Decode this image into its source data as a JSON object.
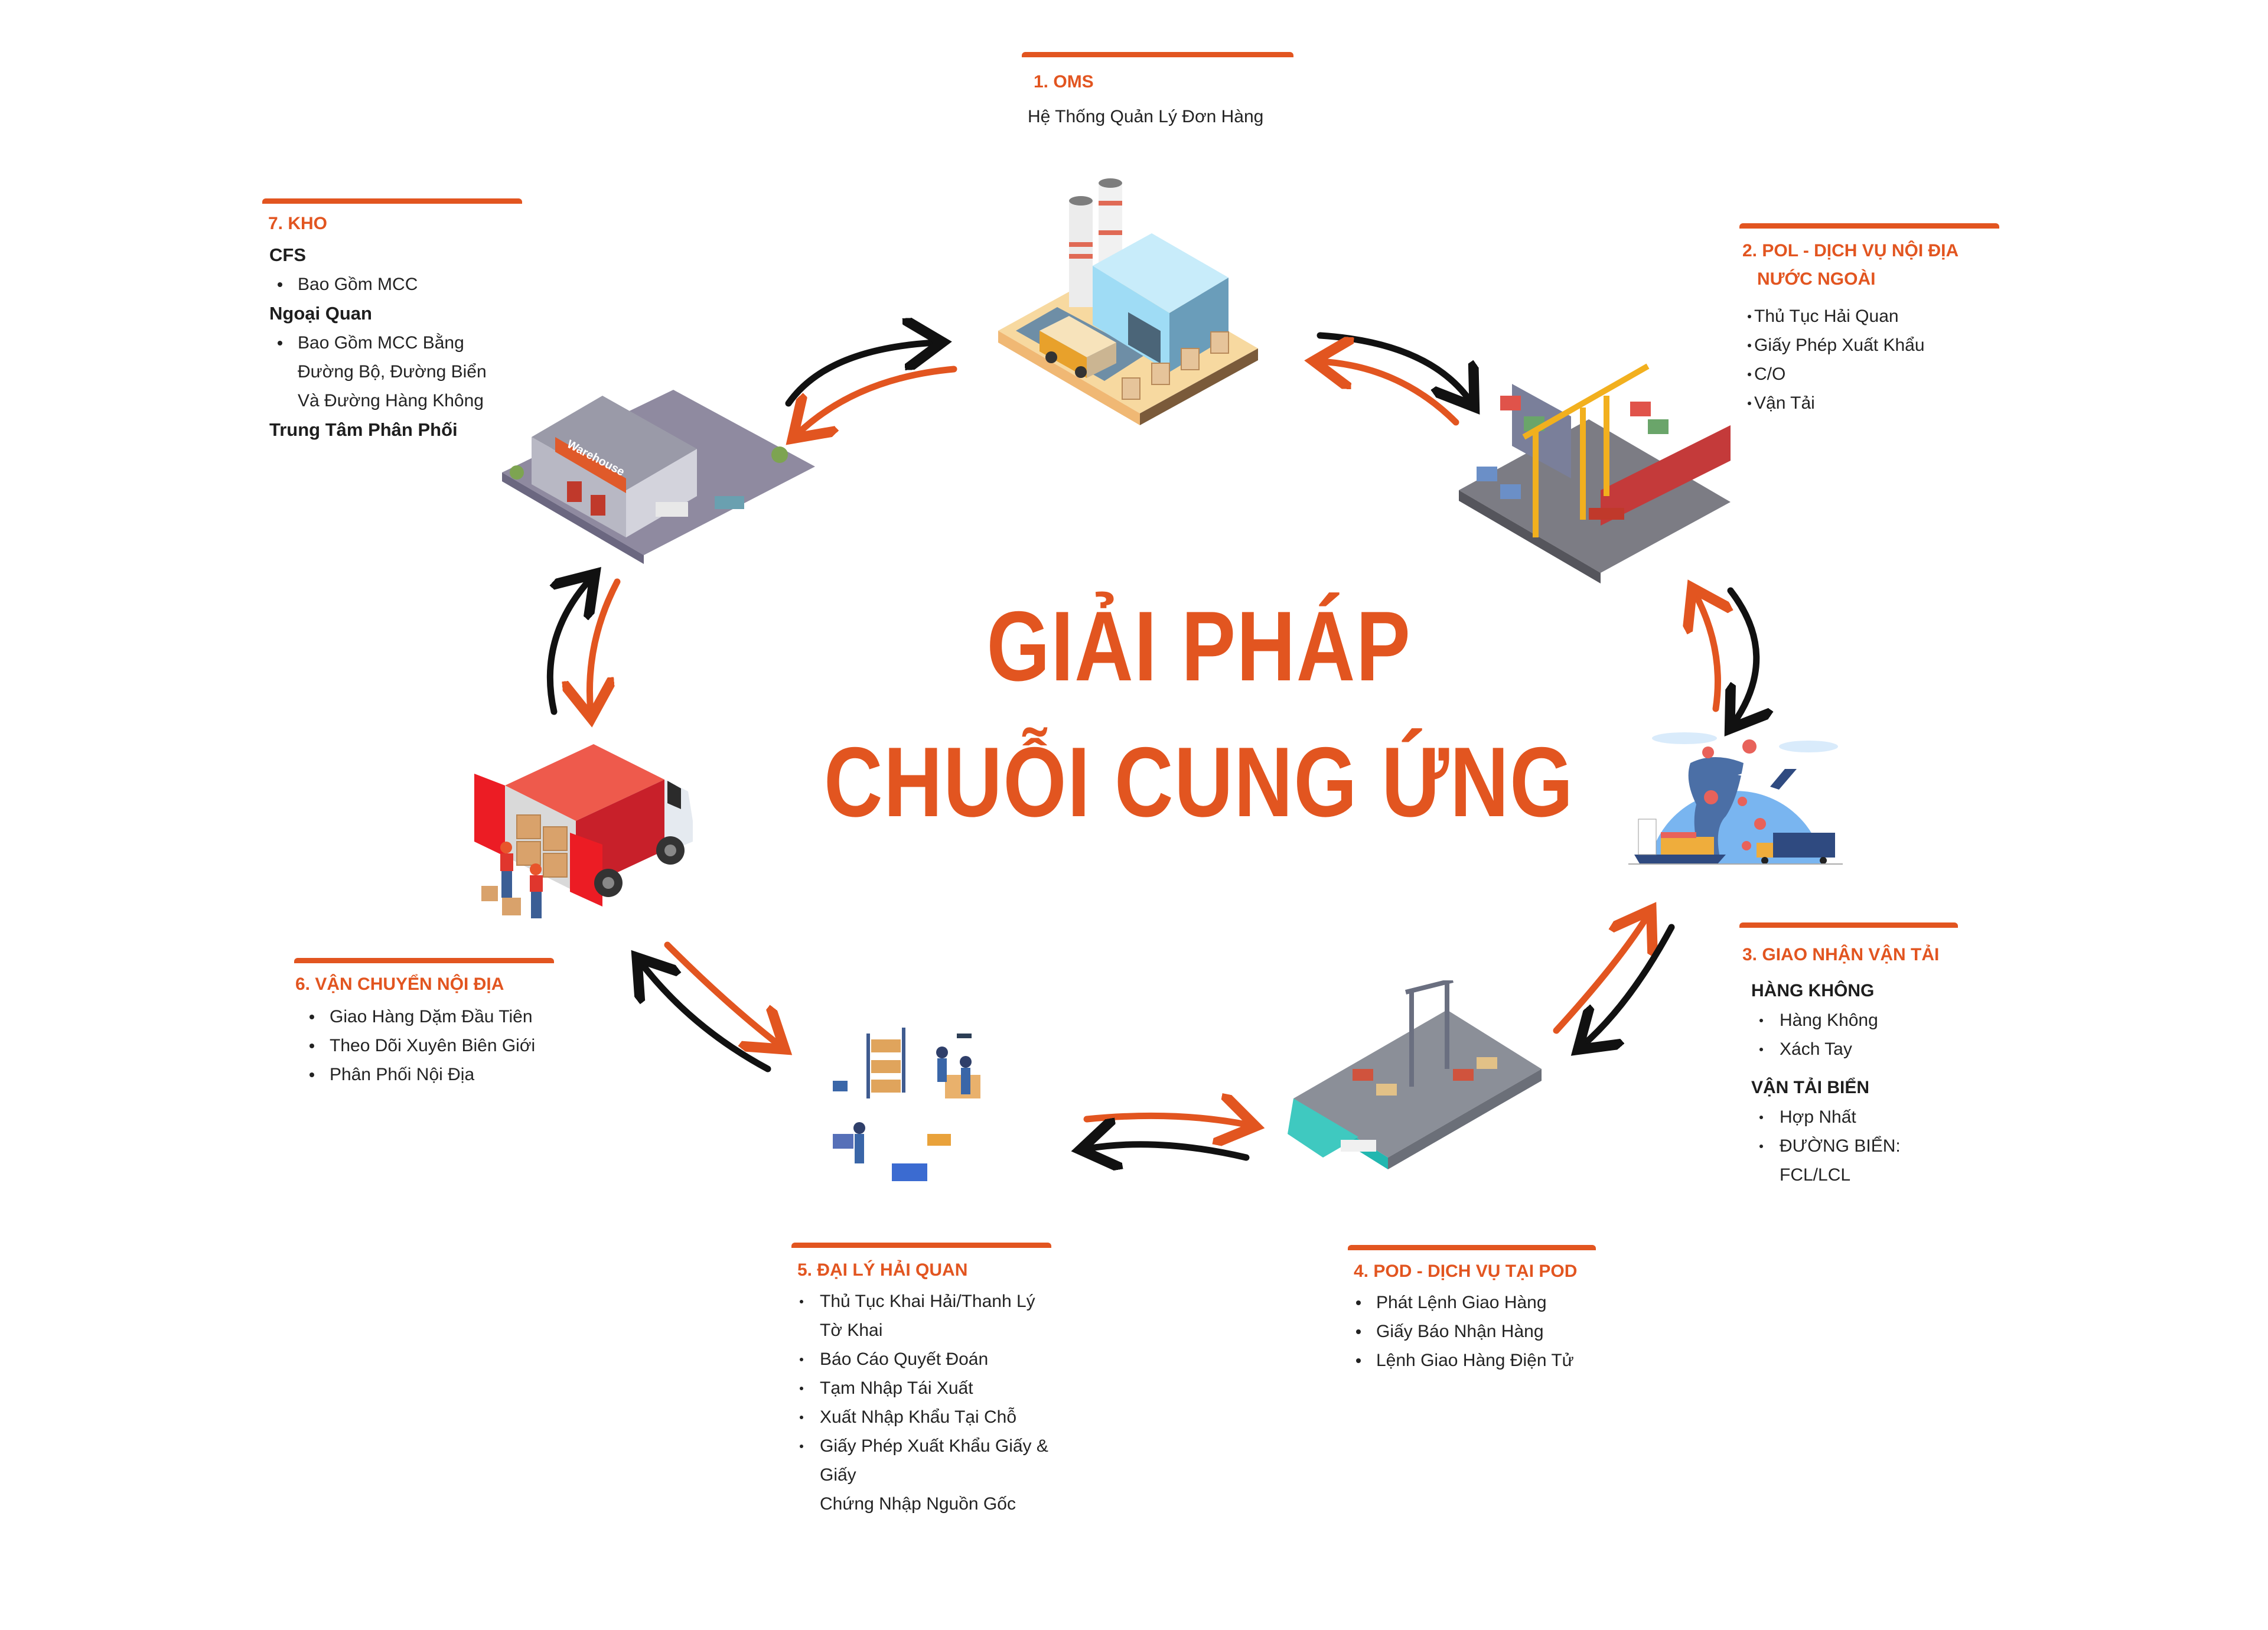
{
  "headline": {
    "line1": "GIẢI PHÁP",
    "line2": "CHUỖI CUNG ỨNG"
  },
  "colors": {
    "accent": "#e25520",
    "text": "#1f1f1f",
    "arrow_dark": "#111111"
  },
  "steps": [
    {
      "id": "oms",
      "title": "1. OMS",
      "subtitle": "Hệ Thống Quản Lý Đơn Hàng",
      "illustration": "factory-icon"
    },
    {
      "id": "pol",
      "title_line1": "2. POL - DỊCH VỤ NỘI ĐỊA",
      "title_line2": "NƯỚC NGOÀI",
      "items": [
        "Thủ Tục Hải Quan",
        "Giấy Phép Xuất Khẩu",
        "C/O",
        "Vận Tải"
      ],
      "illustration": "port-crane-icon"
    },
    {
      "id": "forwarding",
      "title": "3. GIAO NHẬN VẬN TẢI",
      "groups": [
        {
          "label": "HÀNG KHÔNG",
          "items": [
            "Hàng Không",
            "Xách Tay"
          ]
        },
        {
          "label": "VẬN TẢI BIỂN",
          "items": [
            "Hợp Nhất",
            "ĐƯỜNG BIỂN: FCL/LCL"
          ]
        }
      ],
      "illustration": "globe-logistics-icon"
    },
    {
      "id": "pod",
      "title": "4. POD - DỊCH VỤ TẠI POD",
      "items": [
        "Phát Lệnh Giao Hàng",
        "Giấy Báo Nhận Hàng",
        "Lệnh Giao Hàng Điện Tử"
      ],
      "illustration": "seaport-icon"
    },
    {
      "id": "customs",
      "title": "5. ĐẠI LÝ HẢI QUAN",
      "items": [
        "Thủ Tục Khai Hải/Thanh Lý Tờ Khai",
        "Báo Cáo Quyết Đoán",
        "Tạm Nhập Tái Xuất",
        "Xuất Nhập Khẩu Tại Chỗ",
        "Giấy Phép Xuất Khẩu Giấy & Giấy",
        "Chứng Nhập Nguồn Gốc"
      ],
      "illustration": "warehouse-workers-icon"
    },
    {
      "id": "domestic",
      "title": "6. VẬN CHUYỂN NỘI ĐỊA",
      "items": [
        "Giao Hàng Dặm Đầu Tiên",
        "Theo Dõi Xuyên Biên Giới",
        "Phân Phối Nội Địa"
      ],
      "illustration": "delivery-truck-icon"
    },
    {
      "id": "warehouse",
      "title": "7. KHO",
      "groups": [
        {
          "label": "CFS",
          "items": [
            "Bao Gồm MCC"
          ]
        },
        {
          "label": "Ngoại Quan",
          "items": [
            "Bao Gồm MCC Bằng",
            "Đường Bộ, Đường Biển",
            "Và Đường Hàng Không"
          ]
        },
        {
          "label": "Trung Tâm Phân Phối",
          "items": []
        }
      ],
      "illustration": "warehouse-icon",
      "sign_text": "Warehouse"
    }
  ]
}
